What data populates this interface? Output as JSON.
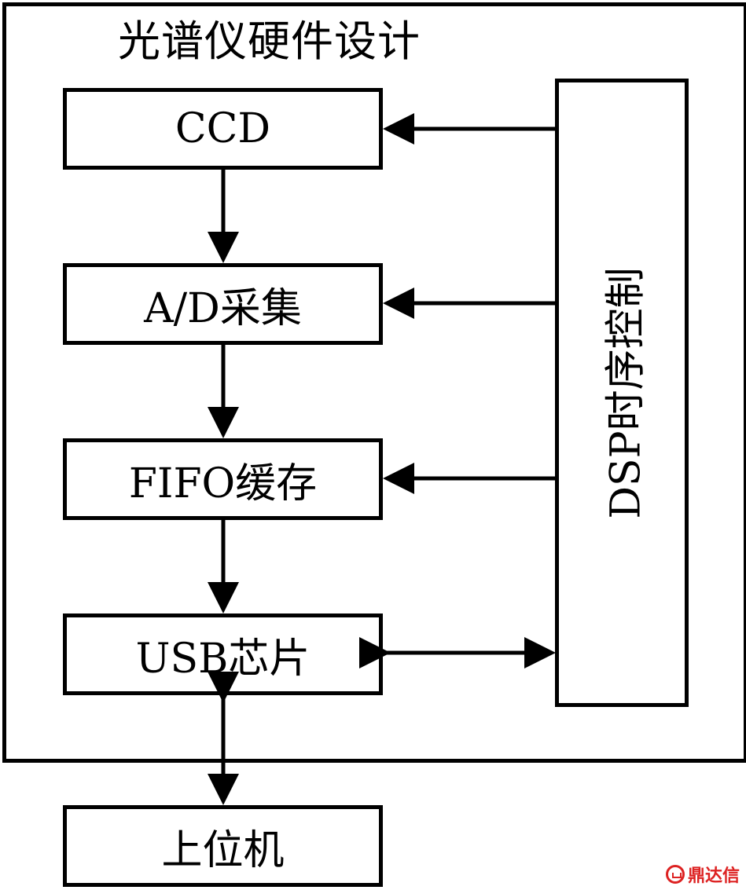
{
  "title": "光谱仪硬件设计",
  "blocks": {
    "ccd": "CCD",
    "ad": "A/D采集",
    "fifo": "FIFO缓存",
    "usb": "USB芯片",
    "host": "上位机",
    "dsp": "DSP时序控制"
  },
  "watermark": {
    "text": "鼎达信",
    "color": "#dd2222"
  }
}
